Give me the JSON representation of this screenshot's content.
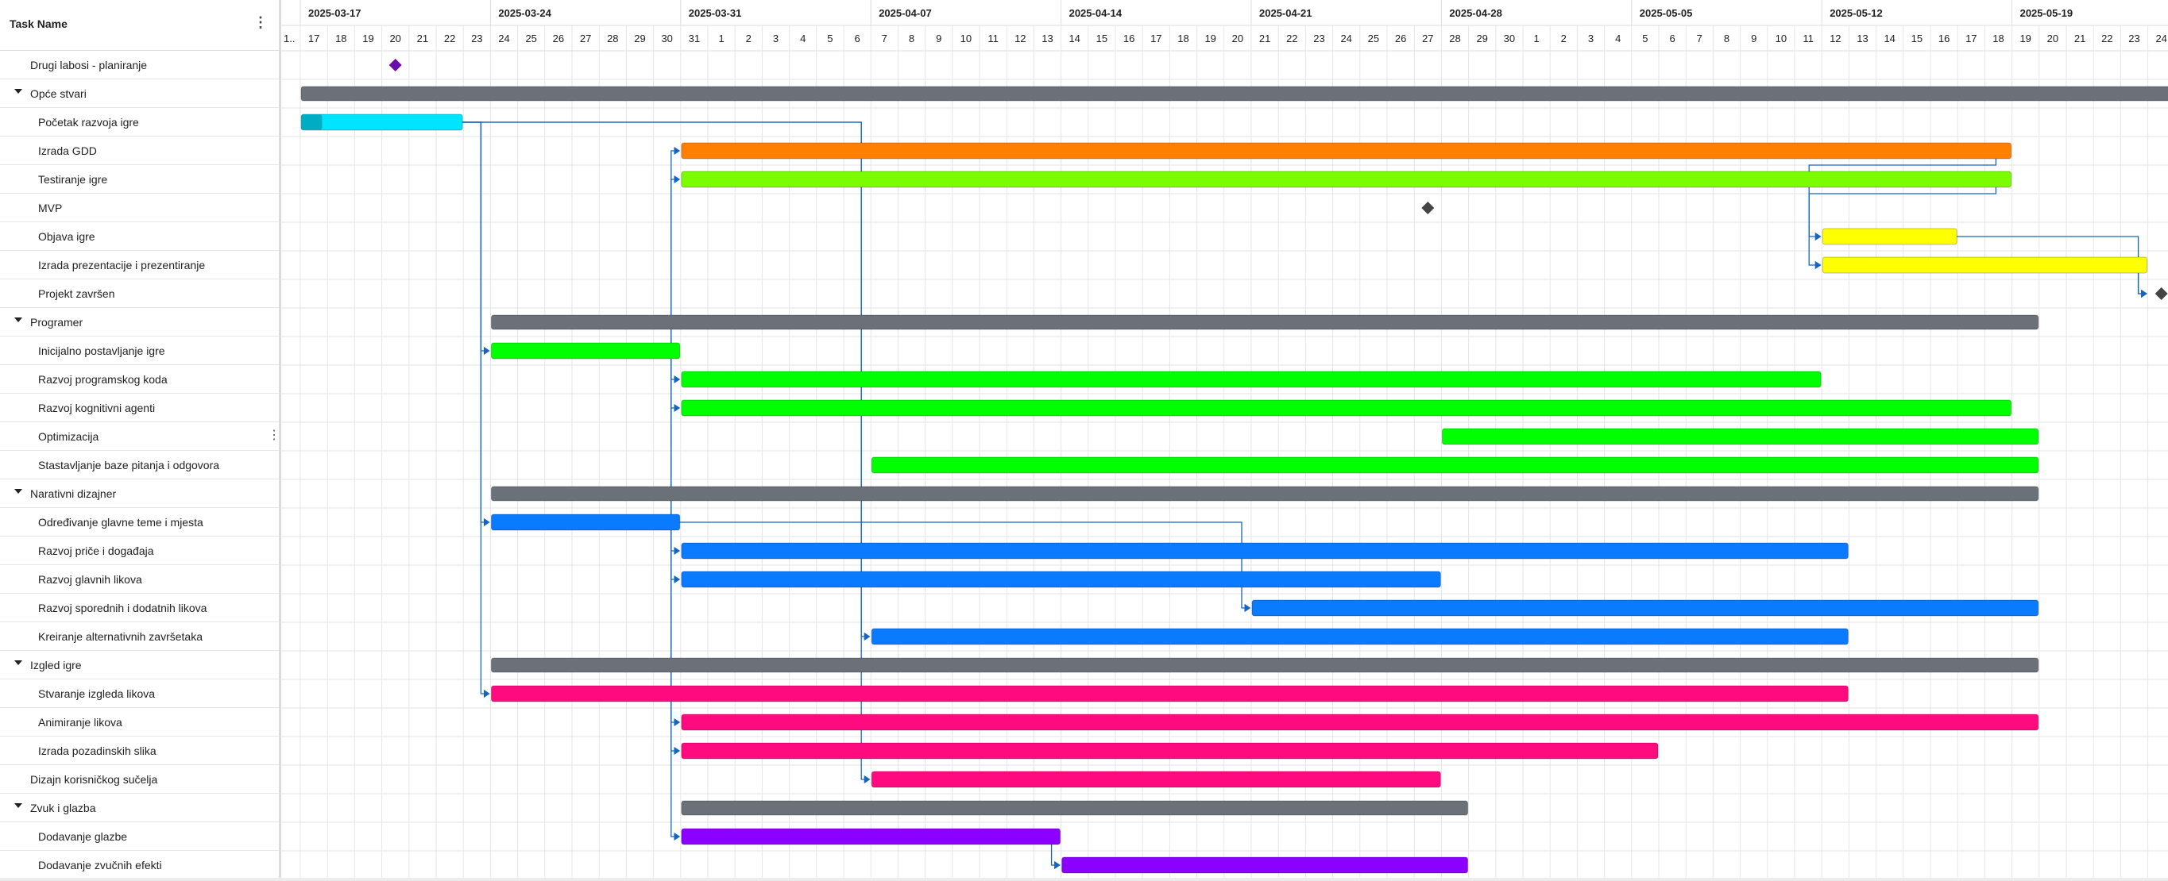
{
  "grid": {
    "title": "Task Name",
    "menu_icon": "more-vert-icon"
  },
  "timeline": {
    "weeks": [
      "2025-03-17",
      "2025-03-24",
      "2025-03-31",
      "2025-04-07",
      "2025-04-14",
      "2025-04-21",
      "2025-04-28",
      "2025-05-05",
      "2025-05-12",
      "2025-05-19"
    ],
    "first_day_label": "1..",
    "days": [
      "17",
      "18",
      "19",
      "20",
      "21",
      "22",
      "23",
      "24",
      "25",
      "26",
      "27",
      "28",
      "29",
      "30",
      "31",
      "1",
      "2",
      "3",
      "4",
      "5",
      "6",
      "7",
      "8",
      "9",
      "10",
      "11",
      "12",
      "13",
      "14",
      "15",
      "16",
      "17",
      "18",
      "19",
      "20",
      "21",
      "22",
      "23",
      "24",
      "25",
      "26",
      "27",
      "28",
      "29",
      "30",
      "1",
      "2",
      "3",
      "4",
      "5",
      "6",
      "7",
      "8",
      "9",
      "10",
      "11",
      "12",
      "13",
      "14",
      "15",
      "16",
      "17",
      "18",
      "19",
      "20",
      "21",
      "22",
      "23",
      "24"
    ]
  },
  "colors": {
    "summary": "#6b7178",
    "cyan": "#00e5ff",
    "cyan_progress": "#00acc1",
    "orange": "#ff7f00",
    "lime": "#7cfc00",
    "yellow": "#ffff00",
    "green": "#00ff00",
    "blue": "#0a7aff",
    "pink": "#ff0a7f",
    "purple": "#8b00ff",
    "milestone_purple": "#6a0dad",
    "milestone_dark": "#444444",
    "link": "#1565c0",
    "grid_line": "#e6e6e6"
  },
  "tasks": [
    {
      "name": "Drugi labosi - planiranje",
      "indent": 1,
      "type": "milestone",
      "start": 3,
      "color": "milestone_purple"
    },
    {
      "name": "Opće stvari",
      "indent": 1,
      "type": "summary",
      "start": 0,
      "end": 69,
      "color": "summary",
      "collapsible": true
    },
    {
      "name": "Početak razvoja igre",
      "indent": 2,
      "type": "task",
      "start": 0,
      "end": 5,
      "color": "cyan",
      "progress": 0.13
    },
    {
      "name": "Izrada GDD",
      "indent": 2,
      "type": "task",
      "start": 14,
      "end": 62,
      "color": "orange"
    },
    {
      "name": "Testiranje igre",
      "indent": 2,
      "type": "task",
      "start": 14,
      "end": 62,
      "color": "lime"
    },
    {
      "name": "MVP",
      "indent": 2,
      "type": "milestone",
      "start": 41,
      "color": "milestone_dark"
    },
    {
      "name": "Objava igre",
      "indent": 2,
      "type": "task",
      "start": 56,
      "end": 60,
      "color": "yellow"
    },
    {
      "name": "Izrada prezentacije i prezentiranje",
      "indent": 2,
      "type": "task",
      "start": 56,
      "end": 67,
      "color": "yellow"
    },
    {
      "name": "Projekt završen",
      "indent": 2,
      "type": "milestone",
      "start": 68,
      "color": "milestone_dark"
    },
    {
      "name": "Programer",
      "indent": 1,
      "type": "summary",
      "start": 7,
      "end": 63,
      "color": "summary",
      "collapsible": true
    },
    {
      "name": "Inicijalno postavljanje igre",
      "indent": 2,
      "type": "task",
      "start": 7,
      "end": 13,
      "color": "green"
    },
    {
      "name": "Razvoj programskog koda",
      "indent": 2,
      "type": "task",
      "start": 14,
      "end": 55,
      "color": "green"
    },
    {
      "name": "Razvoj kognitivni agenti",
      "indent": 2,
      "type": "task",
      "start": 14,
      "end": 62,
      "color": "green"
    },
    {
      "name": "Optimizacija",
      "indent": 2,
      "type": "task",
      "start": 42,
      "end": 63,
      "color": "green",
      "has_row_menu": true
    },
    {
      "name": "Stastavljanje baze pitanja i odgovora",
      "indent": 2,
      "type": "task",
      "start": 21,
      "end": 63,
      "color": "green"
    },
    {
      "name": "Narativni dizajner",
      "indent": 1,
      "type": "summary",
      "start": 7,
      "end": 63,
      "color": "summary",
      "collapsible": true
    },
    {
      "name": "Određivanje glavne teme i mjesta",
      "indent": 2,
      "type": "task",
      "start": 7,
      "end": 13,
      "color": "blue"
    },
    {
      "name": "Razvoj priče i događaja",
      "indent": 2,
      "type": "task",
      "start": 14,
      "end": 56,
      "color": "blue"
    },
    {
      "name": "Razvoj glavnih likova",
      "indent": 2,
      "type": "task",
      "start": 14,
      "end": 41,
      "color": "blue"
    },
    {
      "name": "Razvoj sporednih i dodatnih likova",
      "indent": 2,
      "type": "task",
      "start": 35,
      "end": 63,
      "color": "blue"
    },
    {
      "name": "Kreiranje alternativnih završetaka",
      "indent": 2,
      "type": "task",
      "start": 21,
      "end": 56,
      "color": "blue"
    },
    {
      "name": "Izgled igre",
      "indent": 1,
      "type": "summary",
      "start": 7,
      "end": 63,
      "color": "summary",
      "collapsible": true
    },
    {
      "name": "Stvaranje izgleda likova",
      "indent": 2,
      "type": "task",
      "start": 7,
      "end": 56,
      "color": "pink"
    },
    {
      "name": "Animiranje likova",
      "indent": 2,
      "type": "task",
      "start": 14,
      "end": 63,
      "color": "pink"
    },
    {
      "name": "Izrada pozadinskih slika",
      "indent": 2,
      "type": "task",
      "start": 14,
      "end": 49,
      "color": "pink"
    },
    {
      "name": "Dizajn korisničkog sučelja",
      "indent": 1,
      "type": "task",
      "start": 21,
      "end": 41,
      "color": "pink"
    },
    {
      "name": "Zvuk i glazba",
      "indent": 1,
      "type": "summary",
      "start": 14,
      "end": 42,
      "color": "summary",
      "collapsible": true
    },
    {
      "name": "Dodavanje glazbe",
      "indent": 2,
      "type": "task",
      "start": 14,
      "end": 27,
      "color": "purple"
    },
    {
      "name": "Dodavanje zvučnih efekti",
      "indent": 2,
      "type": "task",
      "start": 28,
      "end": 42,
      "color": "purple"
    }
  ],
  "links": [
    [
      2,
      10
    ],
    [
      2,
      16
    ],
    [
      2,
      22
    ],
    [
      2,
      25
    ],
    [
      10,
      3
    ],
    [
      10,
      4
    ],
    [
      10,
      11
    ],
    [
      10,
      12
    ],
    [
      16,
      17
    ],
    [
      16,
      18
    ],
    [
      16,
      19
    ],
    [
      10,
      23
    ],
    [
      10,
      24
    ],
    [
      10,
      27
    ],
    [
      3,
      6
    ],
    [
      4,
      7
    ],
    [
      6,
      8
    ],
    [
      7,
      8
    ],
    [
      27,
      28
    ],
    [
      2,
      20
    ]
  ]
}
